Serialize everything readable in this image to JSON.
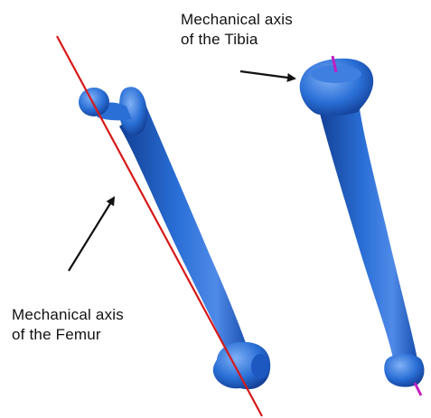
{
  "labels": {
    "tibia": {
      "line1": "Mechanical  axis",
      "line2": "of  the  Tibia"
    },
    "femur": {
      "line1": "Mechanical axis",
      "line2": "of  the  Femur"
    }
  },
  "colors": {
    "bone": "#2a6fd6",
    "bone_dark": "#123f94",
    "bone_light": "#6fa4f0",
    "femur_axis": "#d81818",
    "tibia_axis": "#c020c0",
    "arrow": "#111111"
  }
}
